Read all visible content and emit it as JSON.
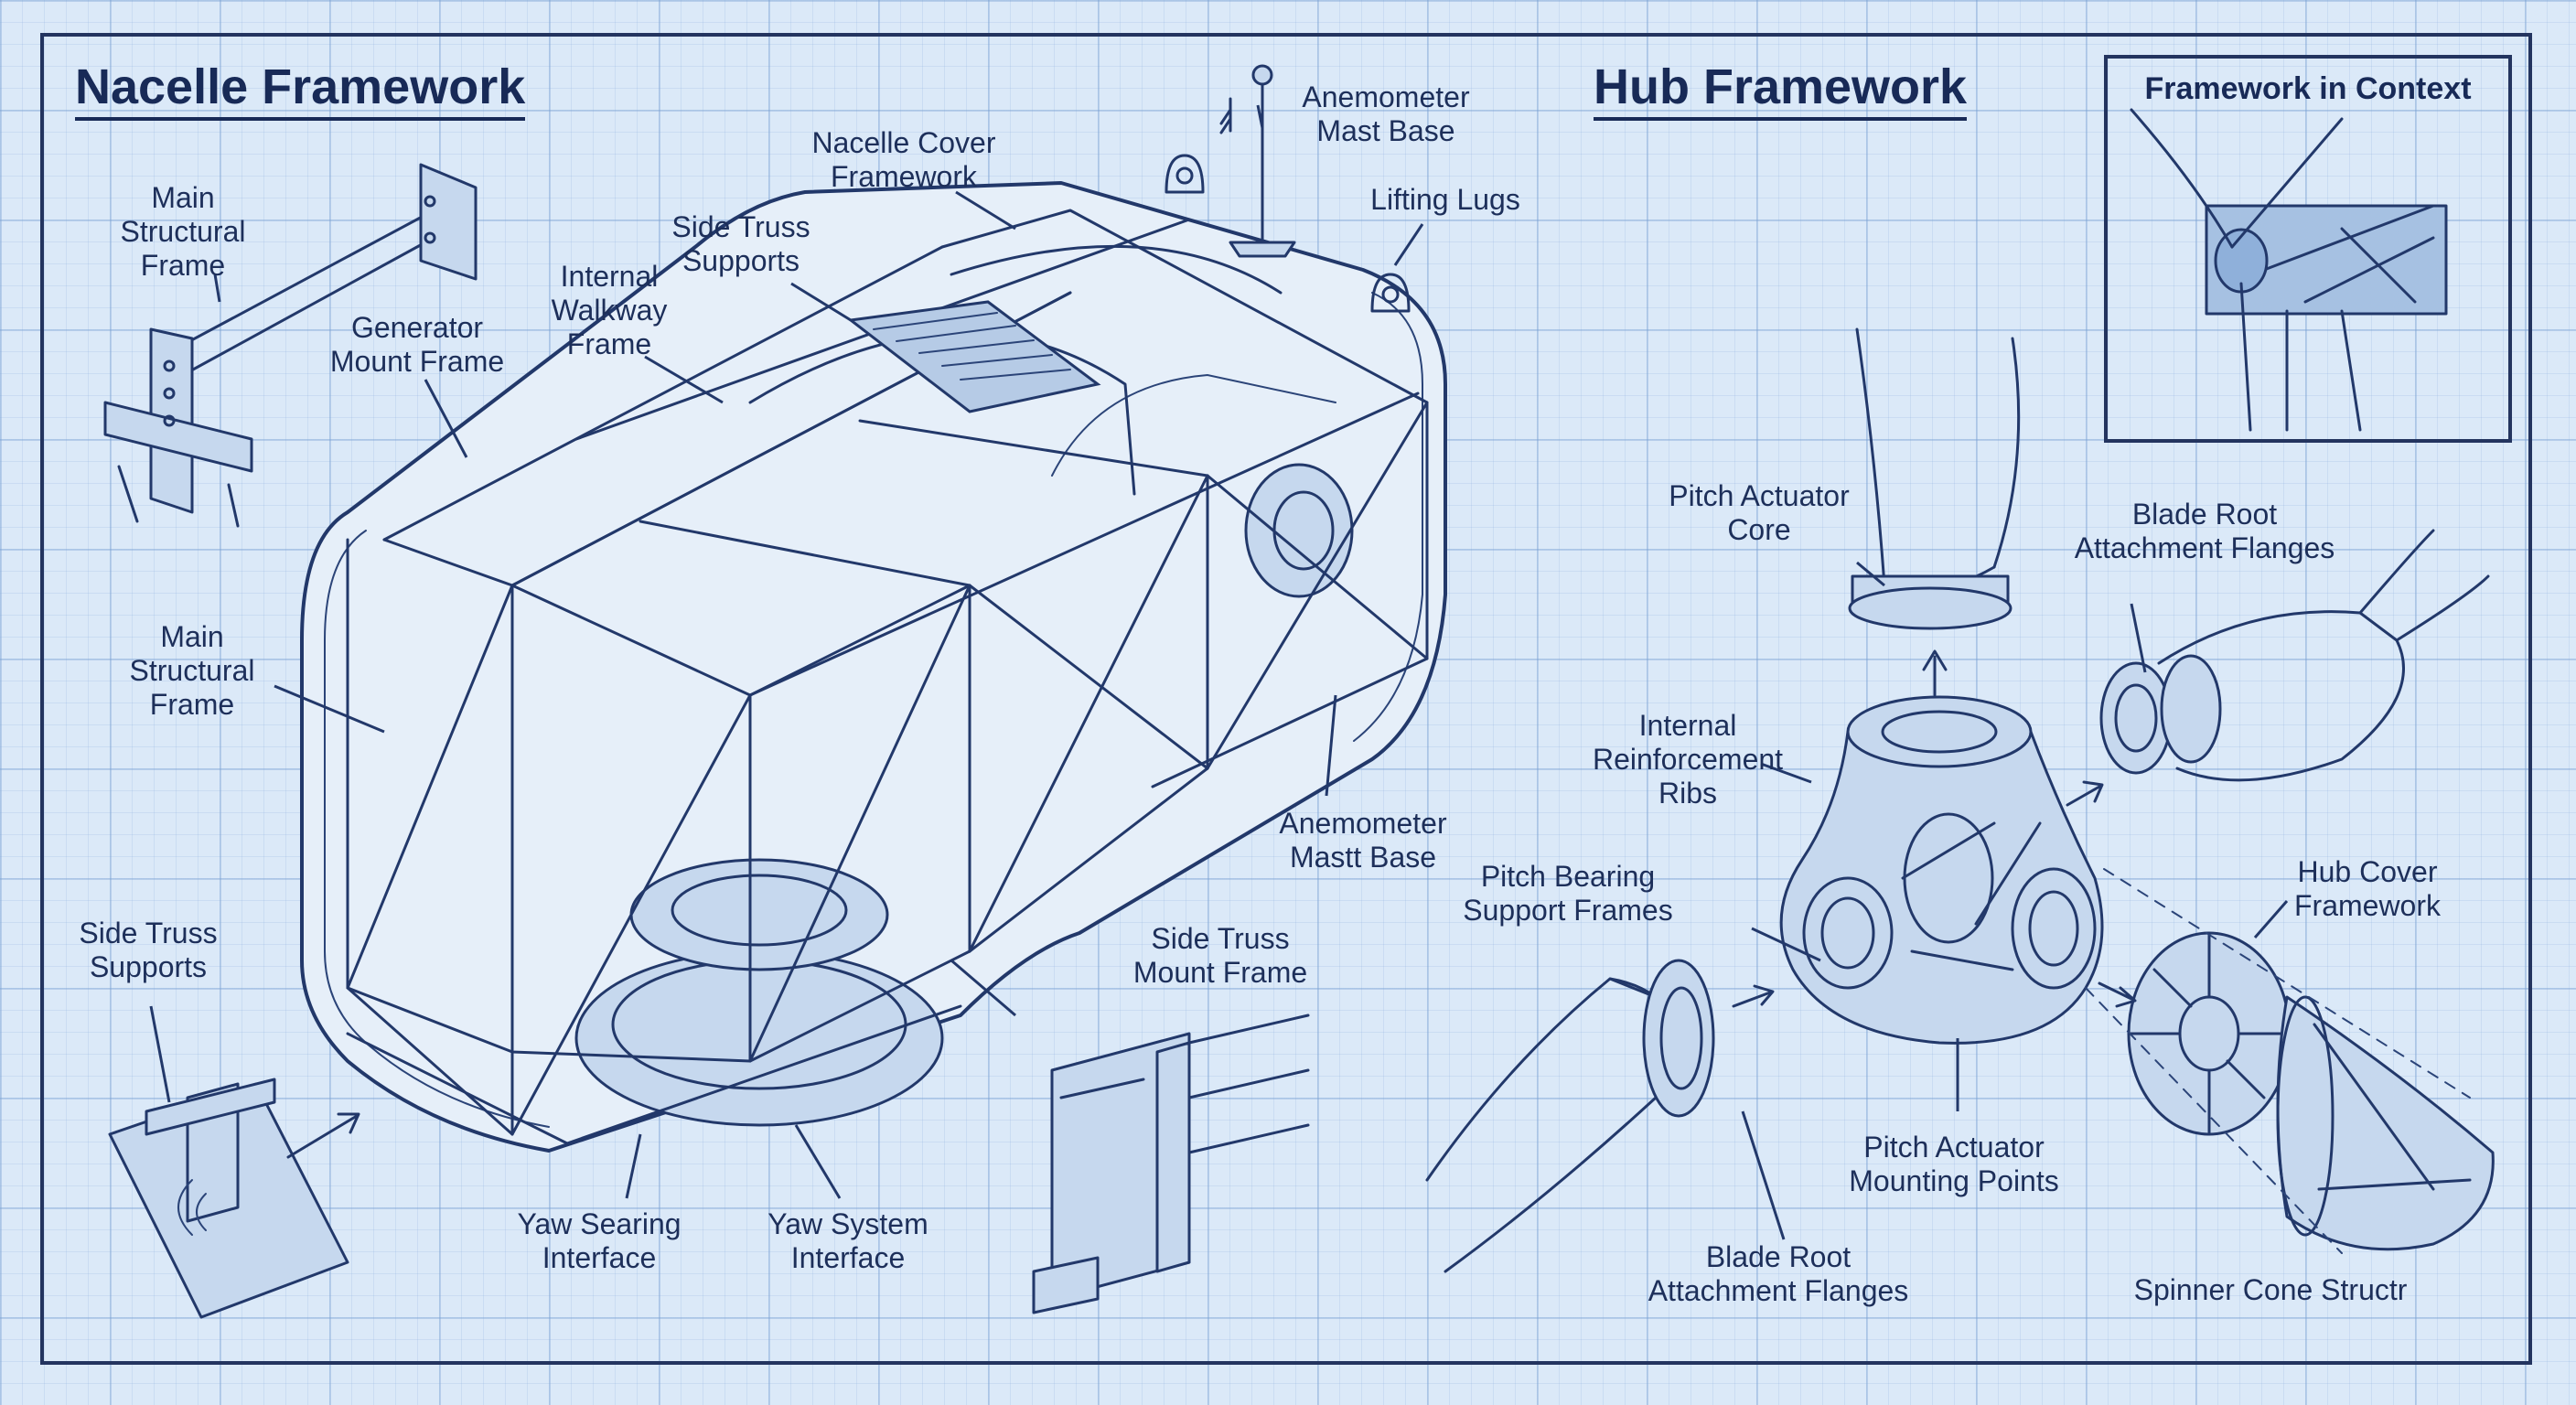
{
  "titles": {
    "nacelle": "Nacelle Framework",
    "hub": "Hub Framework",
    "inset": "Framework in Context"
  },
  "labels": {
    "main_frame_top": "Main\nStructural\nFrame",
    "generator_mount": "Generator\nMount Frame",
    "nacelle_cover": "Nacelle Cover\nFramework",
    "side_truss_top": "Side Truss\nSupports",
    "internal_walkway": "Internal\nWalkway\nFrame",
    "anemometer_top": "Anemometer\nMast Base",
    "lifting_lugs": "Lifting Lugs",
    "main_frame_mid": "Main\nStructural\nFrame",
    "anemometer_mid": "Anemometer\nMastt Base",
    "side_truss_bottom": "Side Truss\nSupports",
    "side_truss_mount": "Side Truss\nMount Frame",
    "yaw_searing": "Yaw Searing\nInterface",
    "yaw_system": "Yaw System\nInterface",
    "pitch_actuator_core": "Pitch Actuator\nCore",
    "blade_root_top": "Blade Root\nAttachment Flanges",
    "internal_ribs": "Internal\nReinforcement\nRibs",
    "pitch_bearing": "Pitch Bearing\nSupport Frames",
    "hub_cover": "Hub Cover\nFramework",
    "pitch_actuator_mount": "Pitch Actuator\nMounting Points",
    "blade_root_bottom": "Blade Root\nAttachment Flanges",
    "spinner_cone": "Spinner Cone Structr"
  },
  "colors": {
    "background": "#dbe9f8",
    "ink": "#1d2f5a",
    "grid": "#93b2da",
    "metal_fill": "#c6d8ee"
  }
}
